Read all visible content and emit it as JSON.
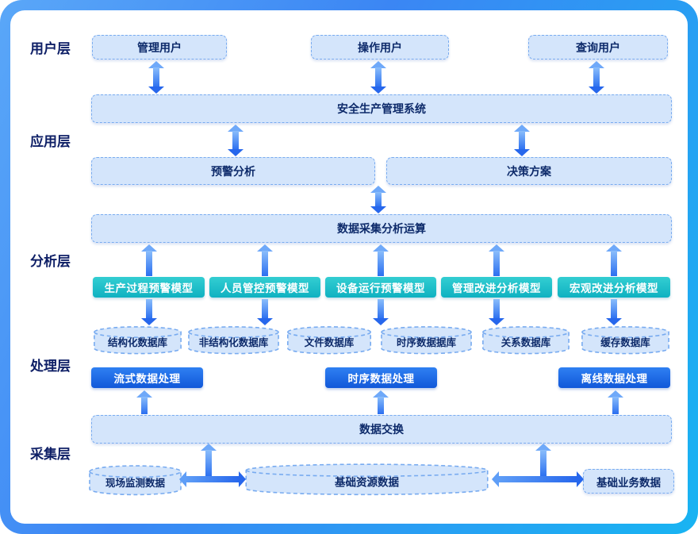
{
  "layers": {
    "user": "用户层",
    "app": "应用层",
    "analysis": "分析层",
    "process": "处理层",
    "collect": "采集层"
  },
  "user_layer": {
    "boxes": [
      "管理用户",
      "操作用户",
      "查询用户"
    ]
  },
  "app_layer": {
    "system": "安全生产管理系统",
    "warning": "预警分析",
    "decision": "决策方案"
  },
  "analysis_layer": {
    "compute": "数据采集分析运算",
    "models": [
      "生产过程预警模型",
      "人员管控预警模型",
      "设备运行预警模型",
      "管理改进分析模型",
      "宏观改进分析模型"
    ]
  },
  "process_layer": {
    "databases": [
      "结构化数据库",
      "非结构化数据库",
      "文件数据库",
      "时序数据据库",
      "关系数据库",
      "缓存数据库"
    ],
    "processors": [
      "流式数据处理",
      "时序数据处理",
      "离线数据处理"
    ]
  },
  "collect_layer": {
    "exchange": "数据交换",
    "sources": [
      "现场监测数据",
      "基础资源数据",
      "基础业务数据"
    ]
  },
  "colors": {
    "frame_gradient_start": "#5aa7f8",
    "frame_gradient_mid": "#3b86f4",
    "frame_gradient_end": "#18b4f2",
    "box_fill": "#d4e5fb",
    "box_border": "#78abf0",
    "box_text": "#0d2a6a",
    "model_fill": "#14bac6",
    "processor_fill": "#1b6ae8",
    "arrow_blue": "#3c82f4",
    "label_text": "#0e1f66"
  }
}
